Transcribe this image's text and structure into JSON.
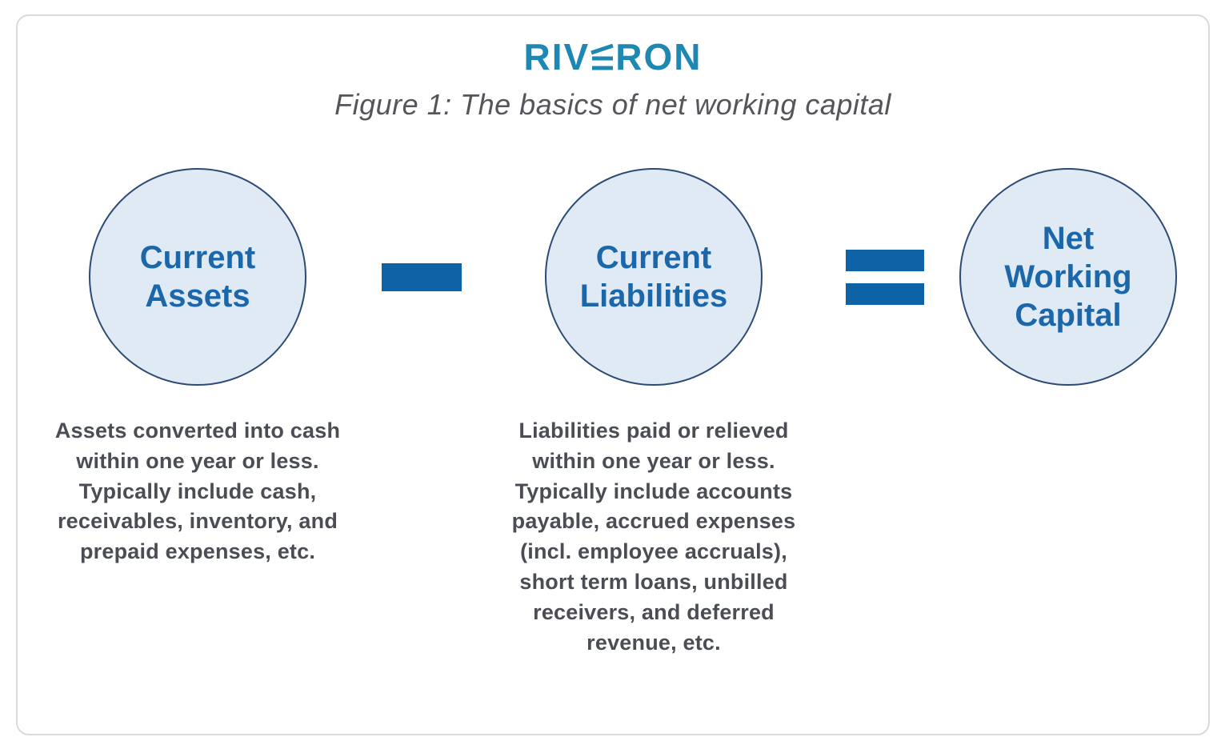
{
  "logo": {
    "prefix": "RIV",
    "suffix": "RON",
    "e_icon": "stylized-three-bar-E",
    "color": "#1e88b2"
  },
  "title": "Figure 1: The basics of net working capital",
  "equation": {
    "terms": [
      {
        "label": "Current Assets",
        "description": "Assets converted into cash within one year or less. Typically include cash, receivables, inventory, and prepaid expenses, etc."
      },
      {
        "label": "Current Liabilities",
        "description": "Liabilities paid or relieved within one year or less. Typically include accounts payable, accrued expenses (incl. employee accruals), short term loans, unbilled receivers, and deferred revenue, etc."
      },
      {
        "label": "Net Working Capital"
      }
    ],
    "operators": [
      {
        "name": "minus-icon",
        "glyph": "−"
      },
      {
        "name": "equals-icon",
        "glyph": "="
      }
    ]
  },
  "colors": {
    "logo_teal": "#1e88b2",
    "title_gray": "#54565b",
    "circle_fill": "#e0eaf5",
    "circle_border": "#2c4a74",
    "circle_text_blue": "#1b67a9",
    "operator_blue": "#0e62a6",
    "description_gray": "#4a4e54",
    "frame_border": "#d9dadc"
  }
}
